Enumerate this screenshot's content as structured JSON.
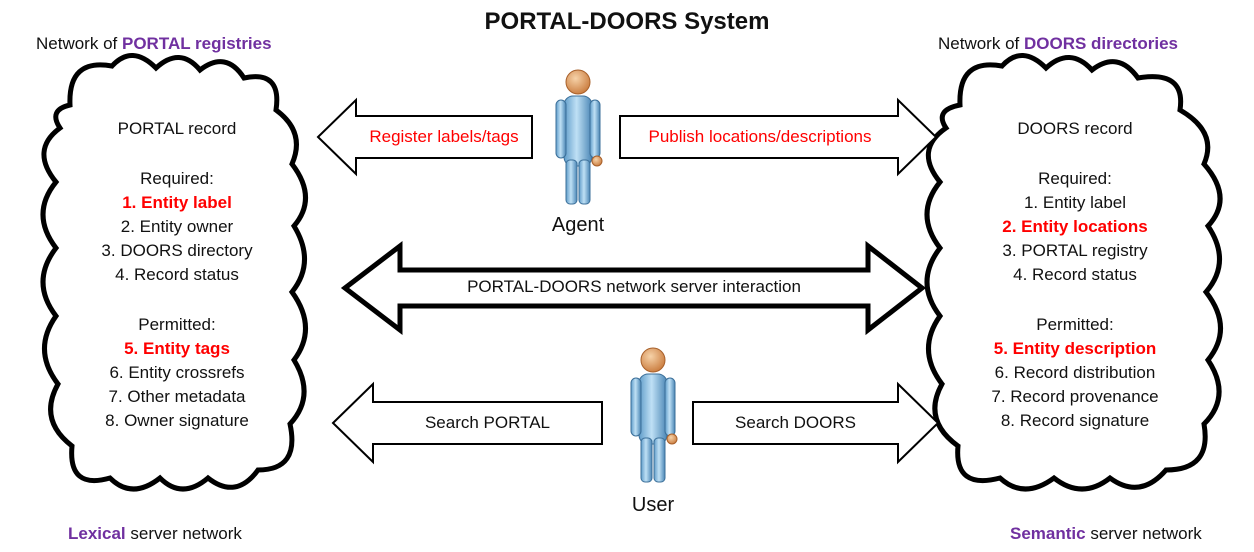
{
  "title": "PORTAL-DOORS System",
  "left_header": {
    "prefix": "Network of ",
    "highlight": "PORTAL registries"
  },
  "right_header": {
    "prefix": "Network of ",
    "highlight": "DOORS directories"
  },
  "left_footer": {
    "highlight": "Lexical",
    "suffix": " server network"
  },
  "right_footer": {
    "highlight": "Semantic",
    "suffix": " server network"
  },
  "portal_record": {
    "title": "PORTAL record",
    "required_heading": "Required:",
    "required": [
      "1. Entity label",
      "2. Entity owner",
      "3. DOORS directory",
      "4. Record status"
    ],
    "permitted_heading": "Permitted:",
    "permitted": [
      "5. Entity tags",
      "6. Entity crossrefs",
      "7. Other metadata",
      "8. Owner signature"
    ]
  },
  "doors_record": {
    "title": "DOORS record",
    "required_heading": "Required:",
    "required": [
      "1. Entity label",
      "2. Entity locations",
      "3. PORTAL registry",
      "4. Record status"
    ],
    "permitted_heading": "Permitted:",
    "permitted": [
      "5. Entity description",
      "6. Record distribution",
      "7. Record provenance",
      "8. Record signature"
    ]
  },
  "agent": {
    "label": "Agent"
  },
  "user": {
    "label": "User"
  },
  "arrows": {
    "register": "Register labels/tags",
    "publish": "Publish locations/descriptions",
    "interaction": "PORTAL-DOORS network server interaction",
    "search_portal": "Search PORTAL",
    "search_doors": "Search DOORS"
  },
  "colors": {
    "accent_purple": "#7030a0",
    "highlight_red": "#ff0000",
    "figure_blue": "#9dc3e6",
    "figure_skin": "#e0a070"
  }
}
